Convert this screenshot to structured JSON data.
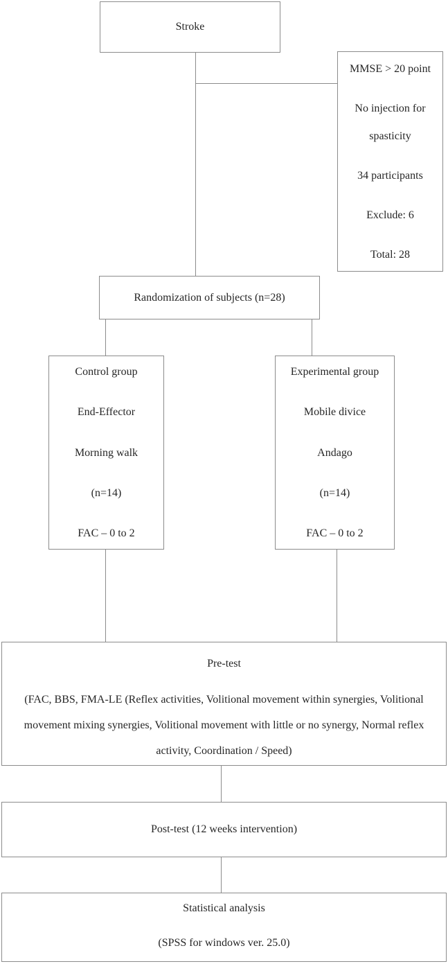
{
  "diagram": {
    "title_hint": "Study flow diagram",
    "stroke_box": {
      "label": "Stroke"
    },
    "criteria_box": {
      "lines": [
        "MMSE > 20 point",
        "No injection for spasticity",
        "34 participants",
        "Exclude: 6",
        "Total: 28"
      ]
    },
    "randomization_box": {
      "label": "Randomization of subjects (n=28)"
    },
    "control_box": {
      "lines": [
        "Control group",
        "End-Effector",
        "Morning walk",
        "(n=14)",
        "FAC – 0 to 2"
      ]
    },
    "experimental_box": {
      "lines": [
        "Experimental group",
        "Mobile divice",
        "Andago",
        "(n=14)",
        "FAC – 0 to 2"
      ]
    },
    "pretest_box": {
      "title": "Pre-test",
      "detail": "(FAC, BBS, FMA-LE (Reflex activities, Volitional movement within synergies, Volitional movement mixing synergies, Volitional movement with little or no synergy, Normal reflex activity, Coordination / Speed)"
    },
    "posttest_box": {
      "label": "Post-test (12 weeks intervention)"
    },
    "statistics_box": {
      "title": "Statistical analysis",
      "subtitle": "(SPSS for windows ver. 25.0)"
    }
  },
  "colors": {
    "border": "#8b8b8b",
    "text": "#262626",
    "background": "#ffffff"
  }
}
